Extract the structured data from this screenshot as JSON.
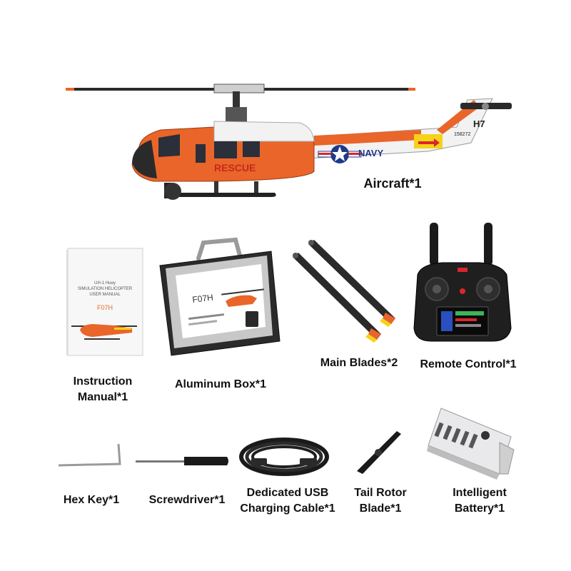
{
  "labels": {
    "aircraft": "Aircraft*1",
    "manual_line1": "Instruction",
    "manual_line2": "Manual*1",
    "box": "Aluminum Box*1",
    "blades": "Main Blades*2",
    "remote": "Remote Control*1",
    "hex_key": "Hex Key*1",
    "screwdriver": "Screwdriver*1",
    "cable_line1": "Dedicated USB",
    "cable_line2": "Charging Cable*1",
    "tail_line1": "Tail Rotor",
    "tail_line2": "Blade*1",
    "battery_line1": "Intelligent",
    "battery_line2": "Battery*1"
  },
  "helicopter": {
    "rescue_text": "RESCUE",
    "navy_text": "NAVY",
    "tail_code": "H7",
    "serial": "158272"
  },
  "manual": {
    "title_line1": "UH-1 Huey",
    "title_line2": "SIMULATION HELICOPTER",
    "title_line3": "USER MANUAL",
    "model": "F07H"
  },
  "box": {
    "model": "F07H"
  },
  "colors": {
    "orange": "#e9652a",
    "yellow": "#f6d21a",
    "navy": "#1f3a8a",
    "red": "#d9262c",
    "dark": "#1a1a1a"
  }
}
